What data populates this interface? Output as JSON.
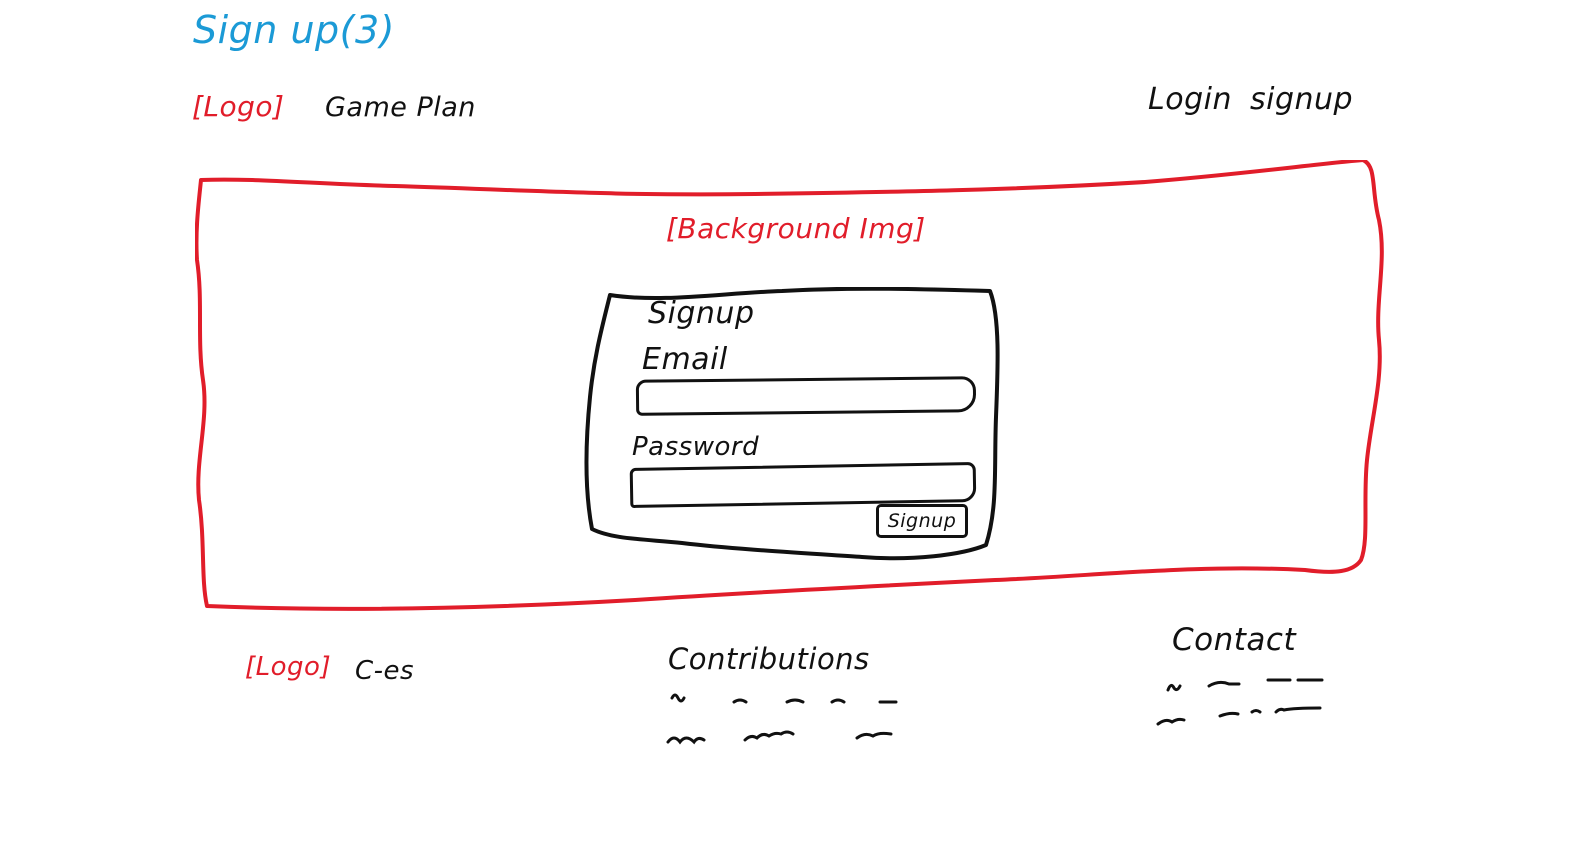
{
  "wireframe": {
    "page_label": "Sign up(3)"
  },
  "header": {
    "logo": "[Logo]",
    "title": "Game Plan",
    "nav": {
      "login_label": "Login",
      "signup_label": "signup"
    }
  },
  "hero": {
    "background_label": "[Background Img]"
  },
  "signup_form": {
    "title": "Signup",
    "email_label": "Email",
    "password_label": "Password",
    "submit_label": "Signup"
  },
  "footer": {
    "logo": "[Logo]",
    "copyright": "C-es",
    "contributions_heading": "Contributions",
    "contact_heading": "Contact"
  },
  "colors": {
    "annotation_blue": "#1b9ad6",
    "placeholder_red": "#e11d2a",
    "ink": "#111111"
  }
}
